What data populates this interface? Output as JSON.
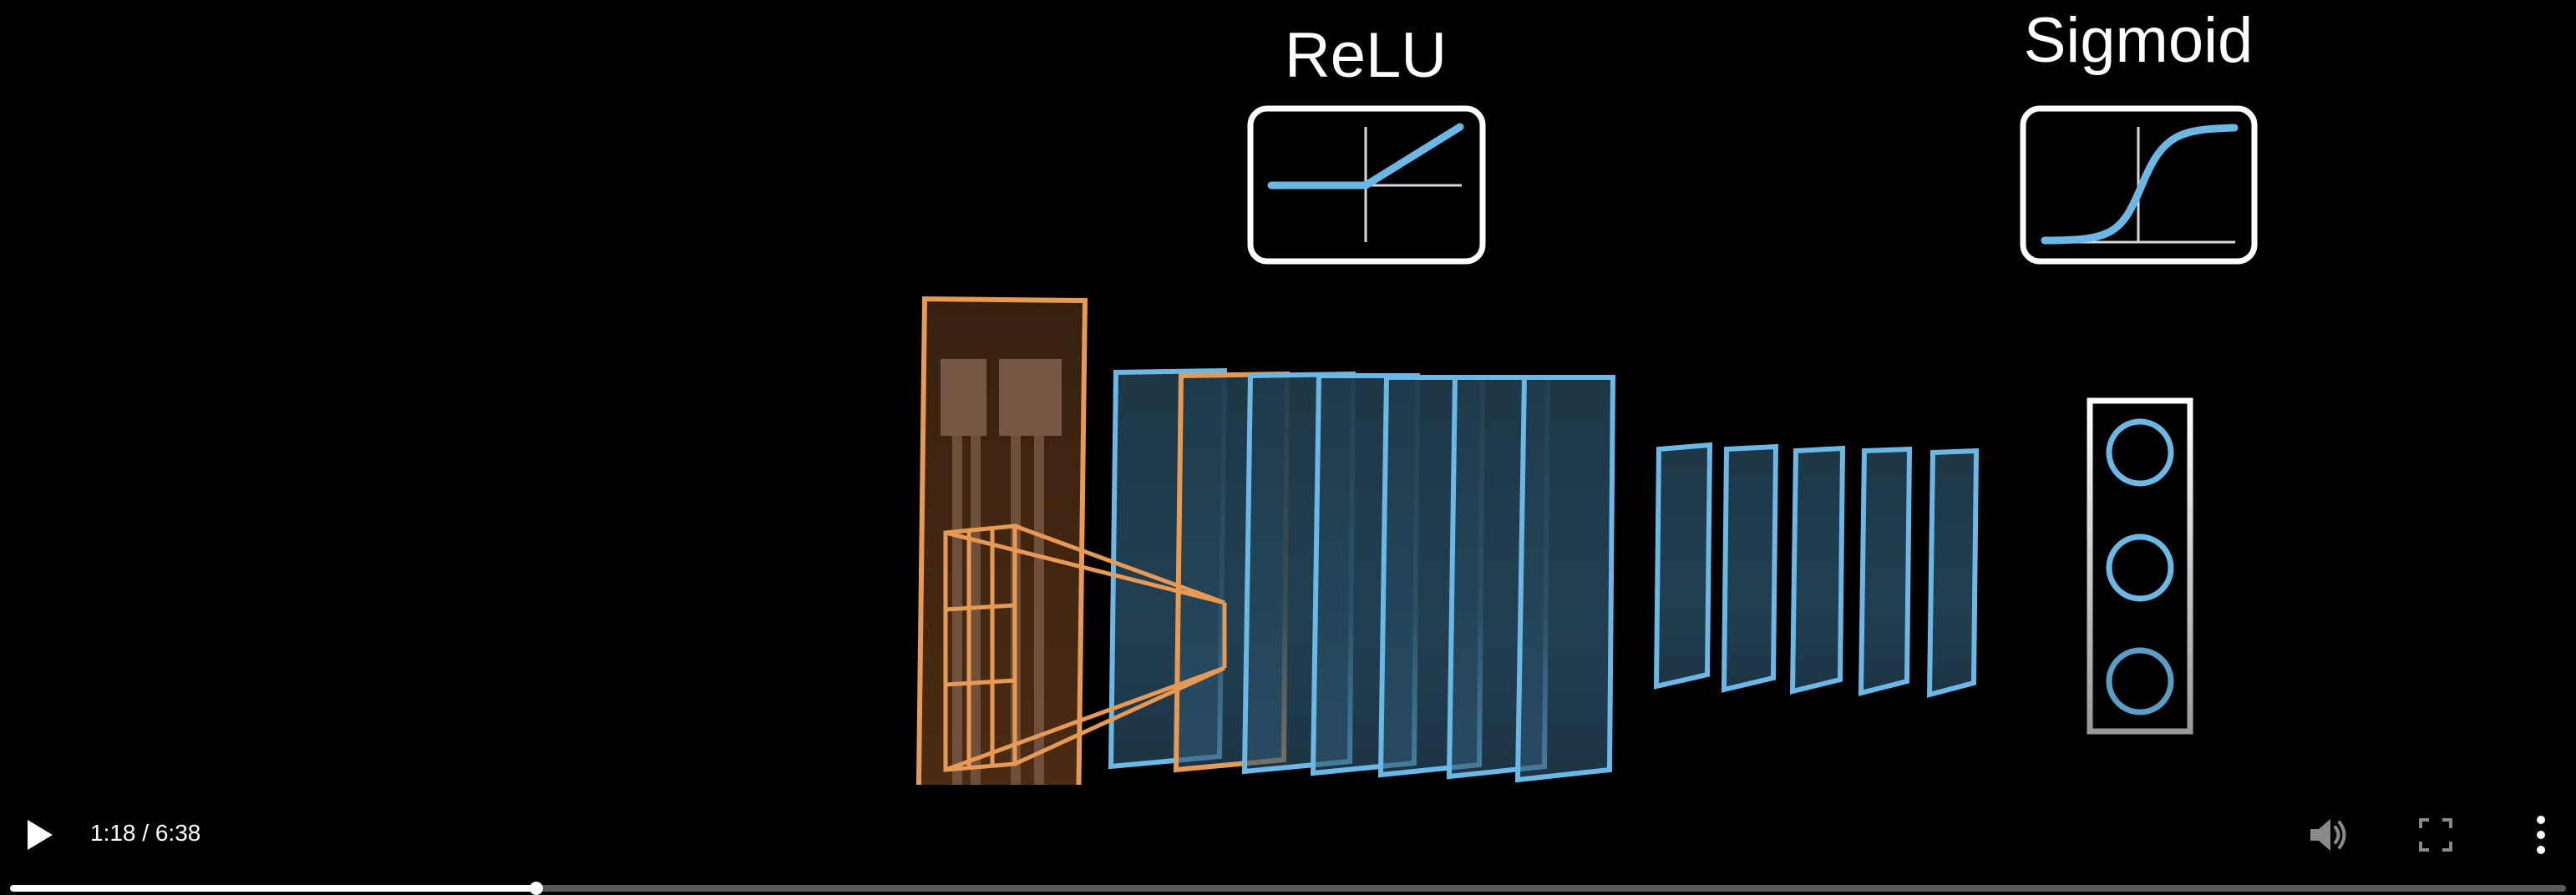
{
  "player": {
    "current_time": "1:18",
    "separator": " / ",
    "duration": "6:38",
    "progress": 0.206
  },
  "video_frame": {
    "activation_labels": {
      "relu": "ReLU",
      "sigmoid": "Sigmoid"
    }
  },
  "icons": {
    "play": "play-icon",
    "volume": "volume-icon",
    "fullscreen": "fullscreen-icon",
    "more": "more-options-icon"
  },
  "colors": {
    "accent_blue": "#6bb8e6",
    "accent_orange": "#e89a55",
    "background": "#000000"
  }
}
